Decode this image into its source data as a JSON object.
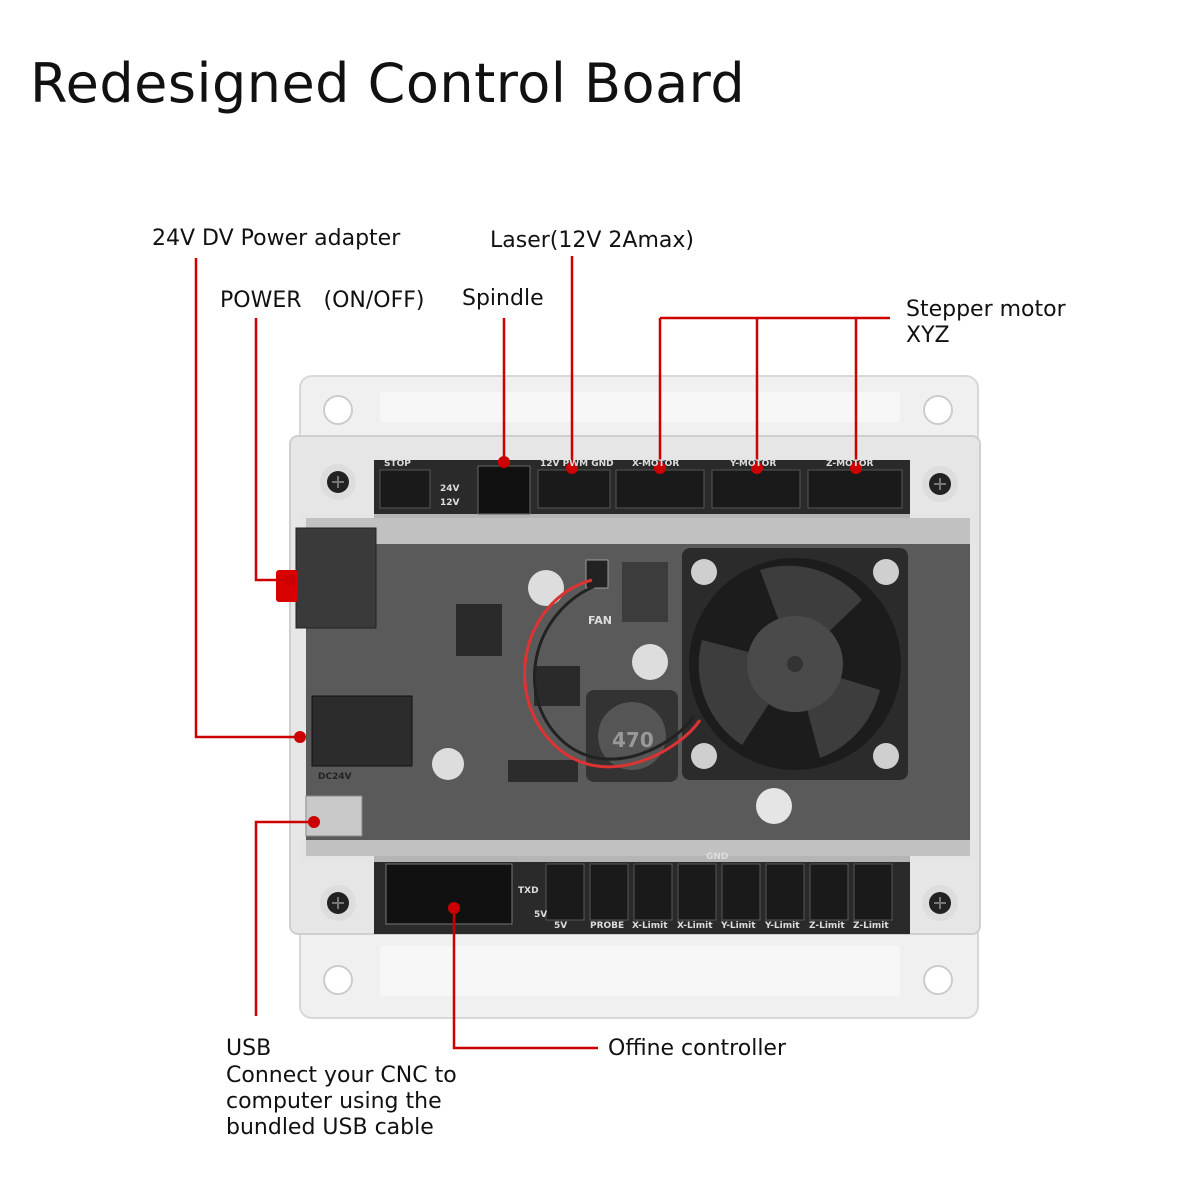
{
  "title": "Redesigned Control Board",
  "accent_color": "#cc0000",
  "callouts": {
    "power_adapter": "24V DV Power adapter",
    "power_switch": "POWER　(ON/OFF)",
    "spindle": "Spindle",
    "laser": "Laser(12V 2Amax)",
    "stepper_line1": "Stepper motor",
    "stepper_line2": "XYZ",
    "usb_line1": "USB",
    "usb_line2": "Connect your CNC to",
    "usb_line3": "computer using the",
    "usb_line4": "bundled USB cable",
    "offline": "Offine controller"
  },
  "board_text": {
    "top_stop": "STOP",
    "top_laser": "12V PWM GND",
    "top_x": "X-MOTOR",
    "top_y": "Y-MOTOR",
    "top_z": "Z-MOTOR",
    "v24": "24V",
    "v12": "12V",
    "dc24v": "DC24V",
    "fan": "FAN",
    "inductor": "470",
    "gnd": "GND",
    "txd": "TXD",
    "v5_side": "5V",
    "bottom_labels": [
      "5V",
      "PROBE",
      "X-Limit",
      "X-Limit",
      "Y-Limit",
      "Y-Limit",
      "Z-Limit",
      "Z-Limit"
    ]
  }
}
